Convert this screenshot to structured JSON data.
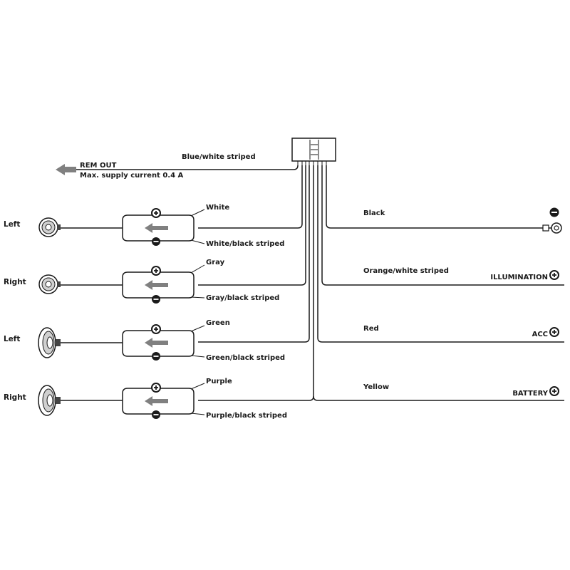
{
  "rem_out": {
    "label": "REM OUT",
    "supply": "Max. supply current 0.4 A",
    "wire": "Blue/white striped"
  },
  "speakers": [
    {
      "side": "Left",
      "plus_wire": "White",
      "minus_wire": "White/black striped",
      "icon": "tweeter-speaker-icon"
    },
    {
      "side": "Right",
      "plus_wire": "Gray",
      "minus_wire": "Gray/black striped",
      "icon": "tweeter-speaker-icon"
    },
    {
      "side": "Left",
      "plus_wire": "Green",
      "minus_wire": "Green/black striped",
      "icon": "oval-speaker-icon"
    },
    {
      "side": "Right",
      "plus_wire": "Purple",
      "minus_wire": "Purple/black striped",
      "icon": "oval-speaker-icon"
    }
  ],
  "power": [
    {
      "wire": "Black",
      "terminal": "",
      "polarity": "minus",
      "icon": "ground-terminal-icon"
    },
    {
      "wire": "Orange/white striped",
      "terminal": "ILLUMINATION",
      "polarity": "plus"
    },
    {
      "wire": "Red",
      "terminal": "ACC",
      "polarity": "plus"
    },
    {
      "wire": "Yellow",
      "terminal": "BATTERY",
      "polarity": "plus"
    }
  ],
  "colors": {
    "line": "#1a1a1a",
    "arrow": "#808080",
    "background": "#ffffff"
  }
}
